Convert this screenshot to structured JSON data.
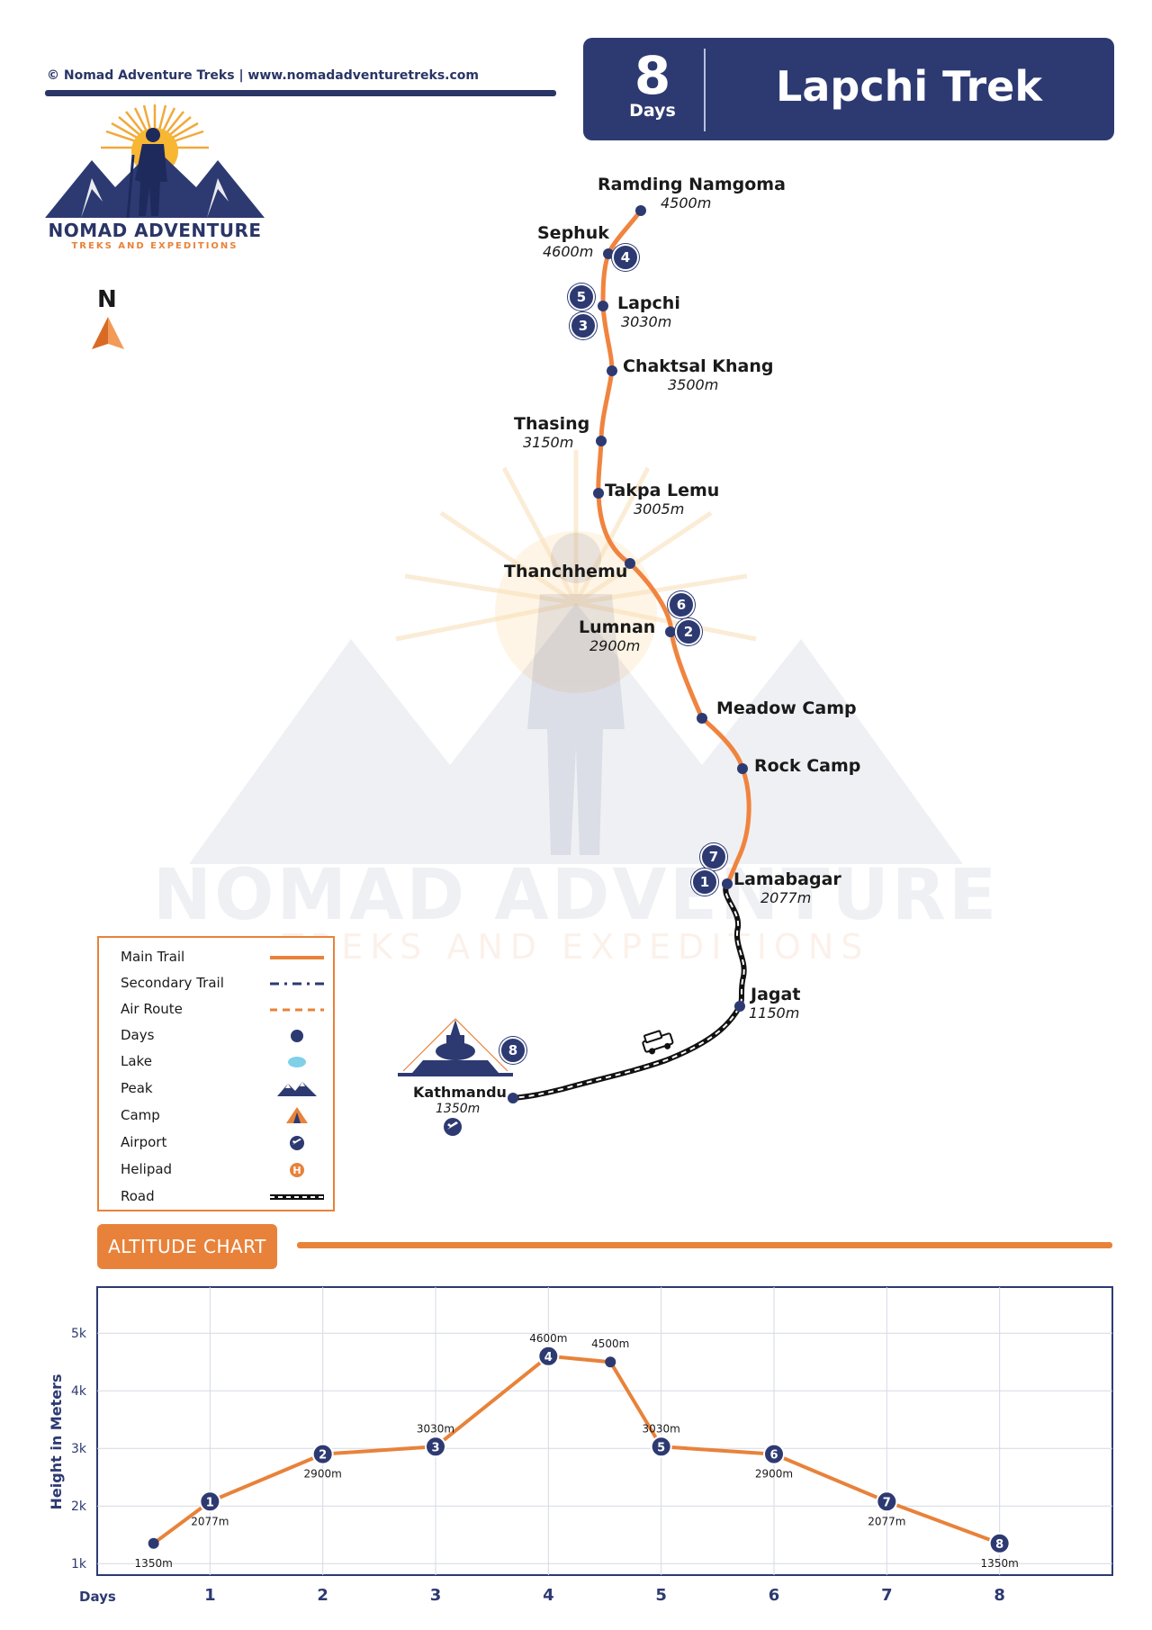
{
  "header": {
    "copyright": "© Nomad Adventure Treks | www.nomadadventuretreks.com",
    "days_number": "8",
    "days_label": "Days",
    "title": "Lapchi Trek"
  },
  "logo": {
    "title": "NOMAD ADVENTURE",
    "subtitle": "TREKS AND EXPEDITIONS"
  },
  "compass": {
    "label": "N"
  },
  "watermark": {
    "title": "NOMAD ADVENTURE",
    "subtitle": "TREKS AND EXPEDITIONS"
  },
  "places": [
    {
      "name": "Ramding Namgoma",
      "altitude": "4500m"
    },
    {
      "name": "Sephuk",
      "altitude": "4600m"
    },
    {
      "name": "Lapchi",
      "altitude": "3030m"
    },
    {
      "name": "Chaktsal Khang",
      "altitude": "3500m"
    },
    {
      "name": "Thasing",
      "altitude": "3150m"
    },
    {
      "name": "Takpa Lemu",
      "altitude": "3005m"
    },
    {
      "name": "Thanchhemu",
      "altitude": ""
    },
    {
      "name": "Lumnan",
      "altitude": "2900m"
    },
    {
      "name": "Meadow Camp",
      "altitude": ""
    },
    {
      "name": "Rock Camp",
      "altitude": ""
    },
    {
      "name": "Lamabagar",
      "altitude": "2077m"
    },
    {
      "name": "Jagat",
      "altitude": "1150m"
    },
    {
      "name": "Kathmandu",
      "altitude": "1350m"
    }
  ],
  "day_badges": [
    "1",
    "2",
    "3",
    "4",
    "5",
    "6",
    "7",
    "8"
  ],
  "legend": {
    "items": [
      {
        "label": "Main Trail",
        "icon": "main-trail-line",
        "color": "#e8823a"
      },
      {
        "label": "Secondary Trail",
        "icon": "secondary-trail-dash",
        "color": "#2d3a72"
      },
      {
        "label": "Air Route",
        "icon": "air-route-dash",
        "color": "#e8823a"
      },
      {
        "label": "Days",
        "icon": "day-dot",
        "color": "#2d3a72"
      },
      {
        "label": "Lake",
        "icon": "lake-icon",
        "color": "#7fd0e8"
      },
      {
        "label": "Peak",
        "icon": "peak-icon",
        "color": "#2d3a72"
      },
      {
        "label": "Camp",
        "icon": "camp-tent-icon",
        "color": "#e8823a"
      },
      {
        "label": "Airport",
        "icon": "airport-plane-icon",
        "color": "#2d3a72"
      },
      {
        "label": "Helipad",
        "icon": "helipad-h-icon",
        "color": "#e8823a"
      },
      {
        "label": "Road",
        "icon": "road-line",
        "color": "#1a1a1a"
      }
    ]
  },
  "altitude_section": {
    "label": "ALTITUDE CHART"
  },
  "colors": {
    "navy": "#2d3a72",
    "orange": "#e8823a"
  },
  "chart_data": {
    "type": "line",
    "ylabel": "Height in Meters",
    "xlabel": "Days",
    "x_ticks": [
      "1",
      "2",
      "3",
      "4",
      "5",
      "6",
      "7",
      "8"
    ],
    "y_ticks": [
      "1k",
      "2k",
      "3k",
      "4k",
      "5k"
    ],
    "ylim": [
      800,
      5800
    ],
    "xlim": [
      0,
      9
    ],
    "grid": true,
    "points": [
      {
        "x": 0.5,
        "y": 1350,
        "label": "1350m",
        "day": ""
      },
      {
        "x": 1,
        "y": 2077,
        "label": "2077m",
        "day": "1"
      },
      {
        "x": 2,
        "y": 2900,
        "label": "2900m",
        "day": "2"
      },
      {
        "x": 3,
        "y": 3030,
        "label": "3030m",
        "day": "3"
      },
      {
        "x": 4,
        "y": 4600,
        "label": "4600m",
        "day": "4"
      },
      {
        "x": 4.55,
        "y": 4500,
        "label": "4500m",
        "day": ""
      },
      {
        "x": 5,
        "y": 3030,
        "label": "3030m",
        "day": "5"
      },
      {
        "x": 6,
        "y": 2900,
        "label": "2900m",
        "day": "6"
      },
      {
        "x": 7,
        "y": 2077,
        "label": "2077m",
        "day": "7"
      },
      {
        "x": 8,
        "y": 1350,
        "label": "1350m",
        "day": "8"
      }
    ]
  }
}
